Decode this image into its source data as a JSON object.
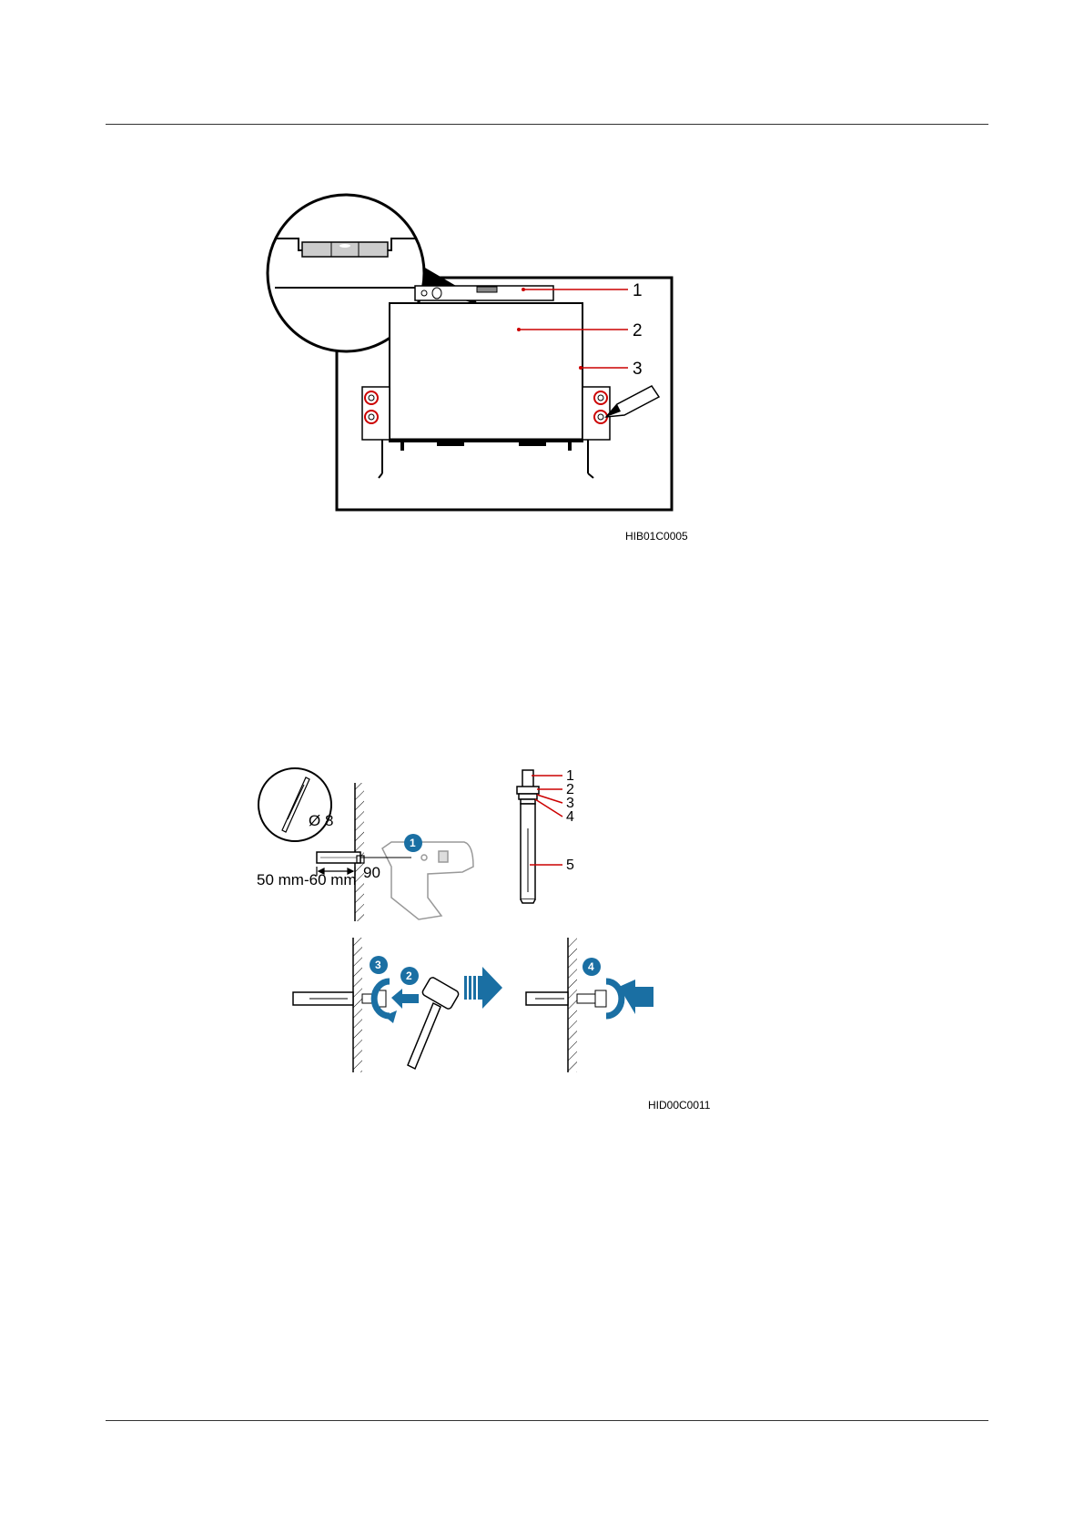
{
  "figure1": {
    "code": "HIB01C0005",
    "callouts": [
      "1",
      "2",
      "3"
    ]
  },
  "figure2": {
    "code": "HID00C0011",
    "callouts": [
      "1",
      "2",
      "3",
      "4",
      "5"
    ],
    "drill_diameter": "Ø 8",
    "depth": "50 mm-60 mm",
    "angle": "90",
    "steps": [
      "1",
      "2",
      "3",
      "4"
    ],
    "colors": {
      "accent": "#1a6fa3",
      "callout_line": "#cc0000"
    }
  }
}
